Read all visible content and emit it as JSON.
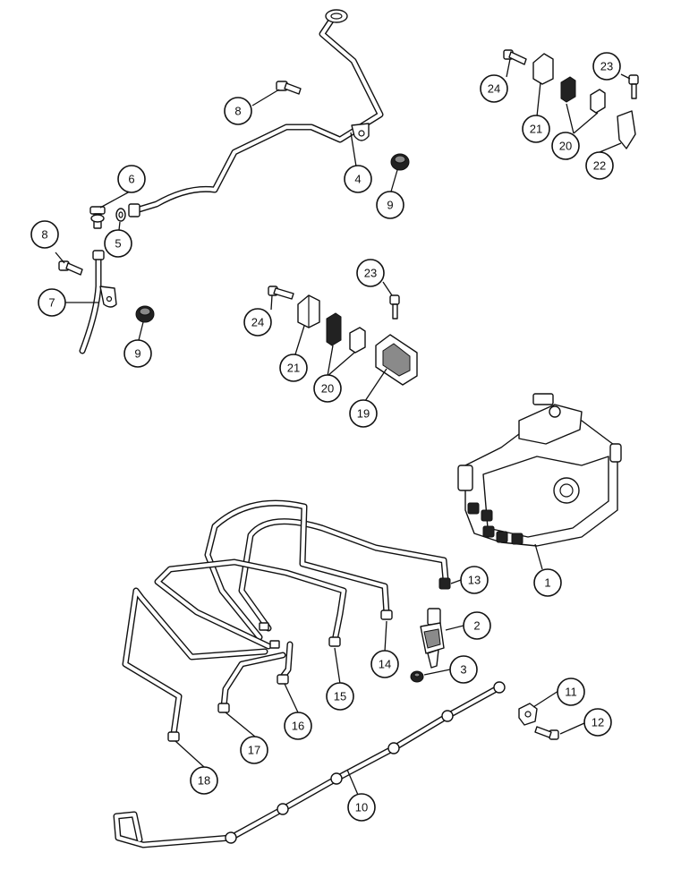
{
  "callouts": [
    {
      "id": "c1",
      "label": "1"
    },
    {
      "id": "c2",
      "label": "2"
    },
    {
      "id": "c3",
      "label": "3"
    },
    {
      "id": "c4",
      "label": "4"
    },
    {
      "id": "c5",
      "label": "5"
    },
    {
      "id": "c6",
      "label": "6"
    },
    {
      "id": "c7",
      "label": "7"
    },
    {
      "id": "c8a",
      "label": "8"
    },
    {
      "id": "c8b",
      "label": "8"
    },
    {
      "id": "c9a",
      "label": "9"
    },
    {
      "id": "c9b",
      "label": "9"
    },
    {
      "id": "c10",
      "label": "10"
    },
    {
      "id": "c11",
      "label": "11"
    },
    {
      "id": "c12",
      "label": "12"
    },
    {
      "id": "c13",
      "label": "13"
    },
    {
      "id": "c14",
      "label": "14"
    },
    {
      "id": "c15",
      "label": "15"
    },
    {
      "id": "c16",
      "label": "16"
    },
    {
      "id": "c17",
      "label": "17"
    },
    {
      "id": "c18",
      "label": "18"
    },
    {
      "id": "c19",
      "label": "19"
    },
    {
      "id": "c20a",
      "label": "20"
    },
    {
      "id": "c20b",
      "label": "20"
    },
    {
      "id": "c21a",
      "label": "21"
    },
    {
      "id": "c21b",
      "label": "21"
    },
    {
      "id": "c22",
      "label": "22"
    },
    {
      "id": "c23a",
      "label": "23"
    },
    {
      "id": "c23b",
      "label": "23"
    },
    {
      "id": "c24a",
      "label": "24"
    },
    {
      "id": "c24b",
      "label": "24"
    }
  ]
}
